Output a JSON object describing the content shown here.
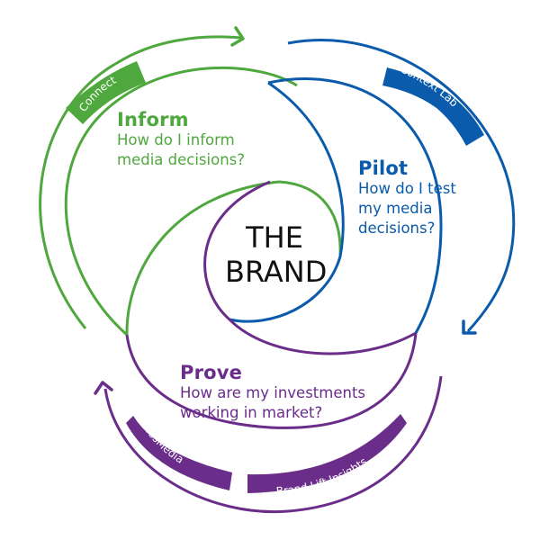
{
  "center": {
    "line1": "THE",
    "line2": "BRAND"
  },
  "sections": [
    {
      "key": "inform",
      "title": "Inform",
      "question_line1": "How do I inform",
      "question_line2": "media decisions?",
      "color": "#4fa83d",
      "tags": [
        "Connect"
      ]
    },
    {
      "key": "pilot",
      "title": "Pilot",
      "question_line1": "How do I test",
      "question_line2": "my media",
      "question_line3": "decisions?",
      "color": "#0a5bab",
      "tags": [
        "Context Lab"
      ]
    },
    {
      "key": "prove",
      "title": "Prove",
      "question_line1": "How are my investments",
      "question_line2": "working in market?",
      "color": "#6a2d8a",
      "tags": [
        "CrossMedia",
        "Brand Lift Insights"
      ]
    }
  ],
  "icons": {
    "cycle_arrows": [
      "arrow-right-icon",
      "arrow-down-left-icon",
      "arrow-up-icon"
    ]
  }
}
